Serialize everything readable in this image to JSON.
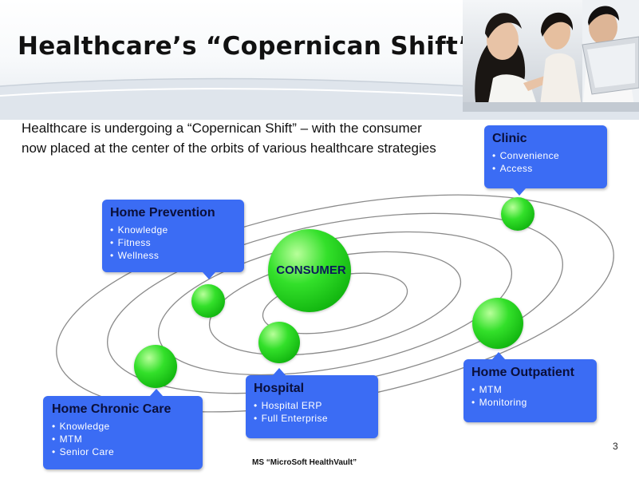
{
  "slide": {
    "title": "Healthcare’s “Copernican Shift”",
    "intro": "Healthcare is undergoing a “Copernican Shift” – with the consumer now placed at the center of the orbits of various healthcare strategies",
    "center_label": "CONSUMER",
    "footnote": "MS “MicroSoft HealthVault”",
    "page_number": "3"
  },
  "callouts": {
    "clinic": {
      "title": "Clinic",
      "items": [
        "Convenience",
        "Access"
      ]
    },
    "home_prevention": {
      "title": "Home Prevention",
      "items": [
        "Knowledge",
        "Fitness",
        "Wellness"
      ]
    },
    "hospital": {
      "title": "Hospital",
      "items": [
        "Hospital ERP",
        "Full Enterprise"
      ]
    },
    "home_outpatient": {
      "title": "Home Outpatient",
      "items": [
        "MTM",
        "Monitoring"
      ]
    },
    "home_chronic_care": {
      "title": "Home Chronic Care",
      "items": [
        "Knowledge",
        "MTM",
        "Senior Care"
      ]
    }
  },
  "colors": {
    "callout_fill": "#3b6cf4",
    "planet_green": "#22cc1c",
    "orbit_line": "#8a8a8a"
  }
}
